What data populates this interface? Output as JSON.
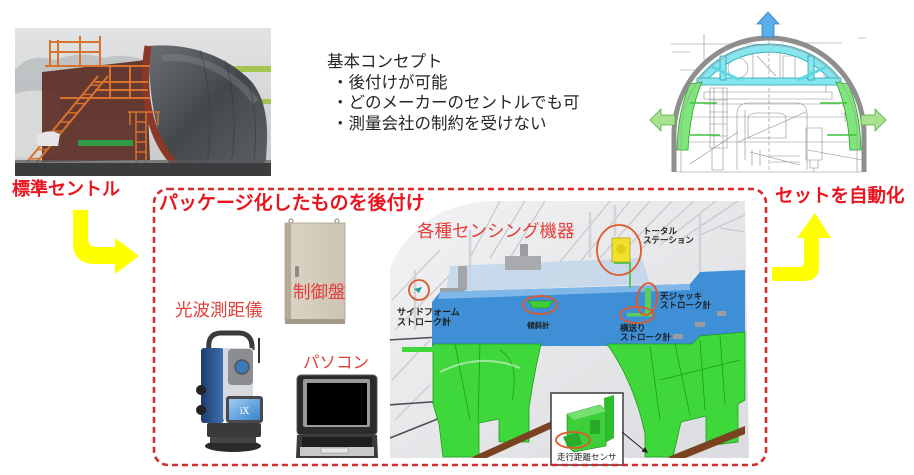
{
  "concept": {
    "heading": "基本コンセプト",
    "bullets": [
      "・後付けが可能",
      "・どのメーカーのセントルでも可",
      "・測量会社の制約を受けない"
    ]
  },
  "flow_labels": {
    "standard": "標準セントル",
    "retrofit_package": "パッケージ化したものを後付け",
    "automation": "セットを自動化"
  },
  "package_components": {
    "control_panel": "制御盤",
    "edm": "光波測距儀",
    "edm_screen_text": "iX",
    "pc": "パソコン",
    "sensors": "各種センシング機器"
  },
  "sensor_callouts": {
    "side_form": [
      "サイドフォーム",
      "ストローク計"
    ],
    "inclinometer": [
      "傾斜計"
    ],
    "total_station": [
      "トータル",
      "ステーション"
    ],
    "top_jack": [
      "天ジャッキ",
      "ストローク計"
    ],
    "lateral_feed": [
      "横送り",
      "ストローク計"
    ],
    "travel_distance": [
      "走行距離センサ"
    ]
  },
  "colors": {
    "accent_red": "#e8141e",
    "label_red": "#e2403a",
    "dashed_border": "#d42b2b",
    "arrow_yellow": "#ffff00",
    "sensor_circle": "#e0582a",
    "body_blue": "#3f8fd6",
    "frame_green": "#3fd83a",
    "lift_arrow_blue": "#5aaeea",
    "expand_arrow_green": "#a9e28f"
  }
}
